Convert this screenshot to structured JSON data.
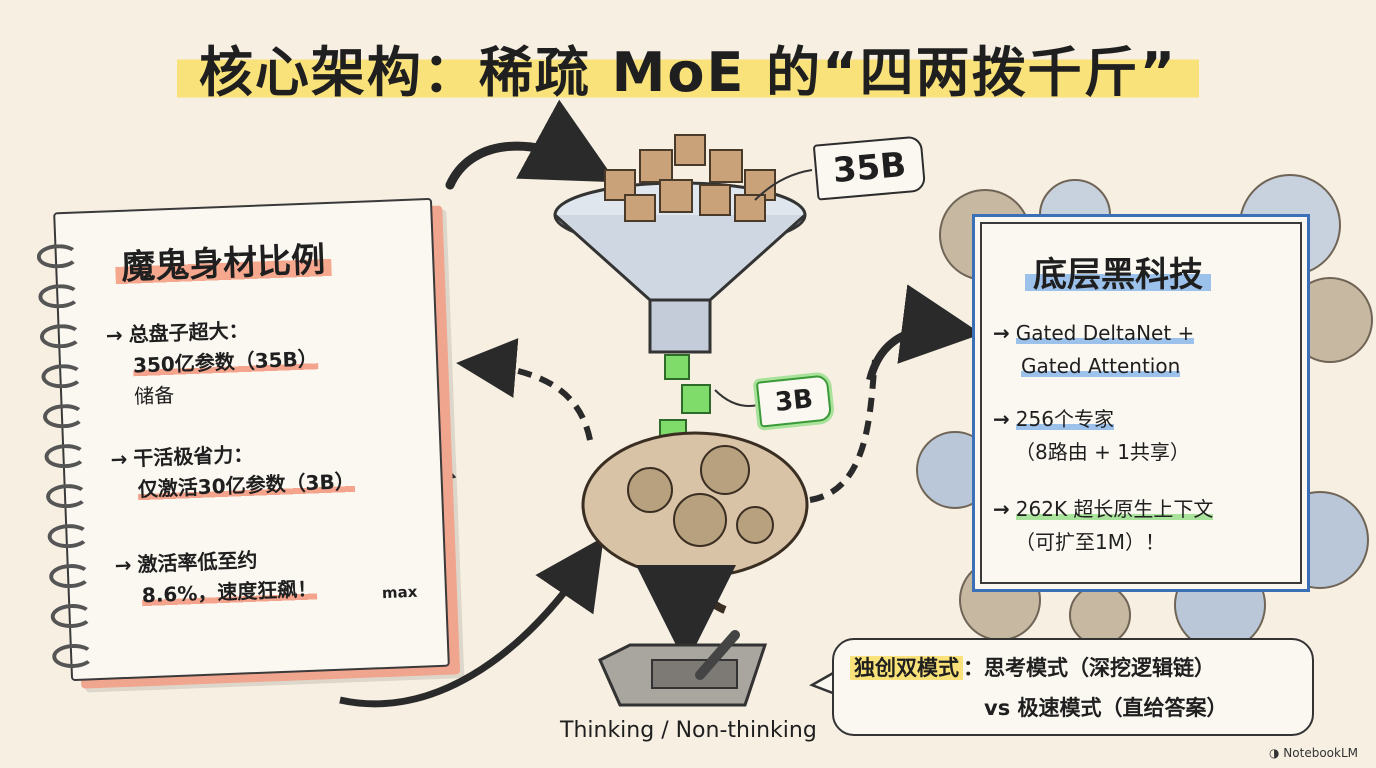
{
  "title": "核心架构：稀疏 MoE 的“四两拨千斤”",
  "tags": {
    "total_params": "35B",
    "active_params": "3B"
  },
  "notebook": {
    "title": "魔鬼身材比例",
    "items": [
      {
        "arrow": "→",
        "line1": "总盘子超大：",
        "line2": "350亿参数（35B）",
        "line3": "储备"
      },
      {
        "arrow": "→",
        "line1": "干活极省力：",
        "line2": "仅激活30亿参数（3B）"
      },
      {
        "arrow": "→",
        "line1": "激活率低至约",
        "line2": "8.6%，速度狂飙！"
      }
    ],
    "gauge_label": "max"
  },
  "tech": {
    "title": "底层黑科技",
    "items": [
      {
        "arrow": "→",
        "line1": "Gated DeltaNet +",
        "line2": "Gated Attention"
      },
      {
        "arrow": "→",
        "line1": "256个专家",
        "line2": "（8路由 + 1共享）"
      },
      {
        "arrow": "→",
        "line1": "262K 超长原生上下文",
        "line2": "（可扩至1M）！"
      }
    ]
  },
  "modes": {
    "label": "独创双模式",
    "line1": "：思考模式（深挖逻辑链）",
    "line2": "vs 极速模式（直给答案）"
  },
  "switch_label": "Thinking / Non-thinking",
  "footer": "NotebookLM"
}
